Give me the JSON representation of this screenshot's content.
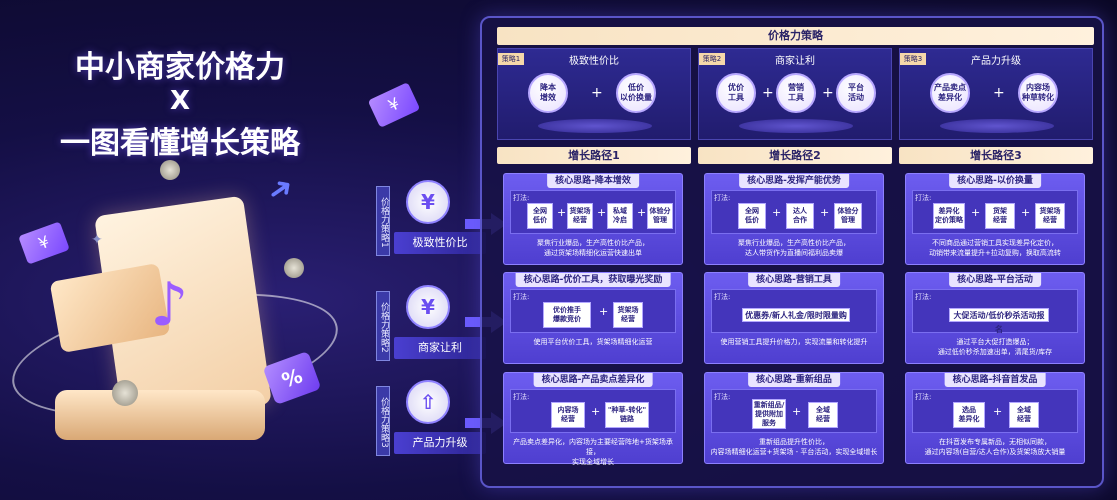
{
  "left": {
    "line1": "中小商家价格力",
    "x": "X",
    "line2": "一图看懂增长策略"
  },
  "icons": {
    "ticket1": "¥",
    "ticket2": "¥",
    "note": "♪",
    "tag": "%"
  },
  "strategy_labels": [
    {
      "vertical": "价格力策略1",
      "icon": "¥",
      "text": "极致性价比"
    },
    {
      "vertical": "价格力策略2",
      "icon": "¥",
      "text": "商家让利"
    },
    {
      "vertical": "价格力策略3",
      "icon": "⇧",
      "text": "产品力升级"
    }
  ],
  "panel": {
    "title": "价格力策略",
    "strategies": [
      {
        "badge": "策略1",
        "title": "极致性价比",
        "items": [
          "降本\n增效",
          "低价\n以价换量"
        ]
      },
      {
        "badge": "策略2",
        "title": "商家让利",
        "items": [
          "优价\n工具",
          "营销\n工具",
          "平台\n活动"
        ]
      },
      {
        "badge": "策略3",
        "title": "产品力升级",
        "items": [
          "产品卖点\n差异化",
          "内容场\n种草转化"
        ]
      }
    ],
    "paths": [
      "增长路径1",
      "增长路径2",
      "增长路径3"
    ],
    "cards": [
      [
        {
          "head": "核心思路-降本增效",
          "dafa": "打法:",
          "boxes": [
            "全网\n低价",
            "货架场\n经营",
            "私域\n冷启",
            "体验分\n管理"
          ],
          "desc": "聚焦行业爆品，生产高性价比产品，\n通过货架场精细化运营快速出单"
        },
        {
          "head": "核心思路-优价工具，获取曝光奖励",
          "dafa": "打法:",
          "boxes": [
            "优价推手\n爆款竞价",
            "货架场\n经营"
          ],
          "desc": "使用平台优价工具，货架场精细化运营"
        },
        {
          "head": "核心思路-产品卖点差异化",
          "dafa": "打法:",
          "boxes": [
            "内容场\n经营",
            "\"种草-转化\"\n链路"
          ],
          "desc": "产品卖点差异化，内容场为主要经营阵地+货架场承接，\n实现全域增长"
        }
      ],
      [
        {
          "head": "核心思路-发挥产能优势",
          "dafa": "打法:",
          "boxes": [
            "全网\n低价",
            "达人\n合作",
            "体验分\n管理"
          ],
          "desc": "聚焦行业爆品，生产高性价比产品，\n达人带货作为直播间福利品卖爆"
        },
        {
          "head": "核心思路-营销工具",
          "dafa": "打法:",
          "pill": "优惠券/新人礼金/限时限量购",
          "desc": "使用营销工具提升价格力，实现流量和转化提升"
        },
        {
          "head": "核心思路-重新组品",
          "dafa": "打法:",
          "boxes": [
            "重新组品/\n提供附加\n服务",
            "全域\n经营"
          ],
          "desc": "重新组品提升性价比，\n内容场精细化运营+货架场 - 平台活动，实现全域增长"
        }
      ],
      [
        {
          "head": "核心思路-以价换量",
          "dafa": "打法:",
          "boxes": [
            "差异化\n定价策略",
            "货架\n经营",
            "货架场\n经营"
          ],
          "desc": "不同商品通过营销工具实现差异化定价，\n动销带来流量提升+拉动复购，换取高流转"
        },
        {
          "head": "核心思路-平台活动",
          "dafa": "打法:",
          "pill": "大促活动/低价秒杀活动报名",
          "desc": "通过平台大促打造爆品；\n通过低价秒杀加速出单，清尾货/库存"
        },
        {
          "head": "核心思路-抖音首发品",
          "dafa": "打法:",
          "boxes": [
            "选品\n差异化",
            "全域\n经营"
          ],
          "desc": "在抖音发布专属新品，无相似同款，\n通过内容场(自营/达人合作)及货架场放大销量"
        }
      ]
    ]
  }
}
